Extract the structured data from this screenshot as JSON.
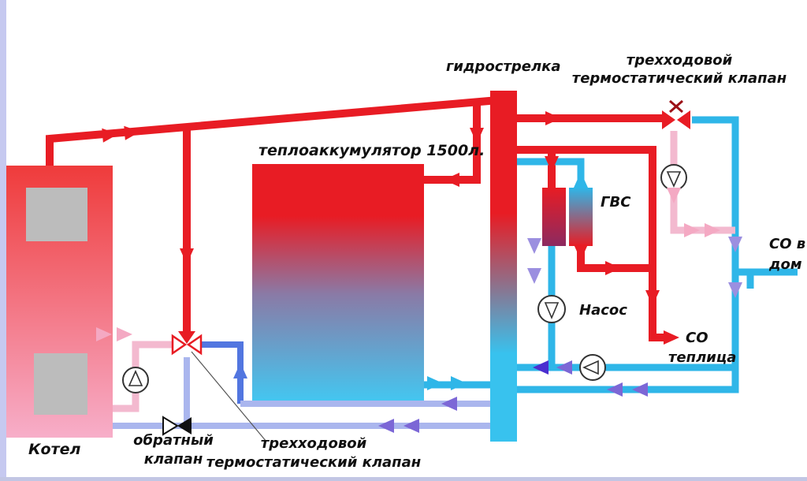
{
  "labels": {
    "boiler": "Котел",
    "tank": "теплоаккумулятор 1500л.",
    "separator": "гидрострелка",
    "top_valve_line1": "трехходовой",
    "top_valve_line2": "термостатический клапан",
    "gvs": "ГВС",
    "pump": "Насос",
    "house_line1": "СО в",
    "house_line2": "дом",
    "greenhouse_line1": "СО",
    "greenhouse_line2": "теплица",
    "check_valve_line1": "обратный",
    "check_valve_line2": "клапан",
    "bottom_valve_line1": "трехходовой",
    "bottom_valve_line2": "термостатический клапан"
  },
  "colors": {
    "hot": "#e81c24",
    "cold": "#2fb6e8",
    "pink": "#f3b9cf",
    "pipe_lavender": "#aab6ee",
    "blue": "#5276e0",
    "arrow_pink": "#f4a9c3",
    "arrow_lavender": "#9b8fe0",
    "arrow_purple": "#7c67d6",
    "arrow_dark": "#4b2fd0",
    "text": "#101010",
    "boiler_top": "#ef3b3b",
    "boiler_bottom": "#f7aec9",
    "boiler_window": "#bcbcbc",
    "tank_top": "#e81c24",
    "tank_mid": "#8a7aa6",
    "tank_bottom": "#44c6f0",
    "hydro_top": "#e81c24",
    "hydro_bottom": "#38c2ee",
    "gvs_left_top": "#e81c24",
    "gvs_left_bottom": "#8c2a60",
    "gvs_right_top": "#2fb6e8",
    "gvs_right_bottom": "#e81c24",
    "edge_left": "#c6c9f0",
    "edge_bottom": "#c2c6e4"
  }
}
